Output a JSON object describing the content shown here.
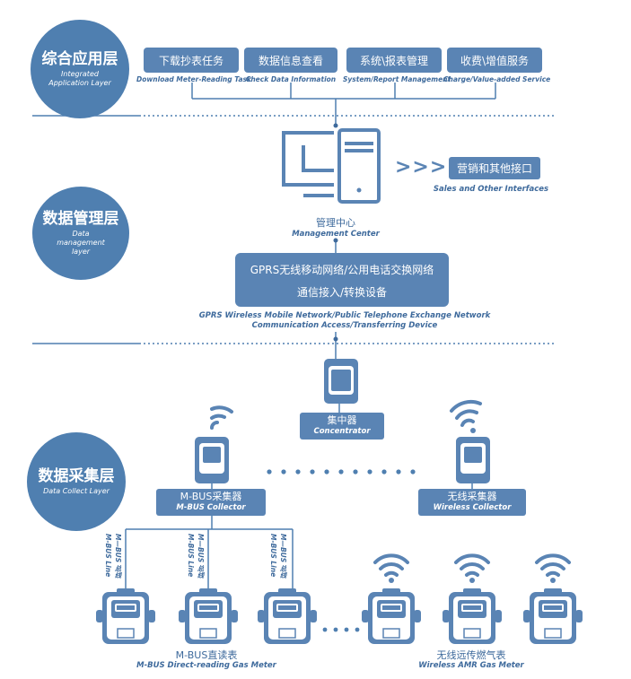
{
  "layers": {
    "app": {
      "zh": "综合应用层",
      "en": "Integrated Application Layer"
    },
    "mgmt": {
      "zh": "数据管理层",
      "en": "Data management layer"
    },
    "collect": {
      "zh": "数据采集层",
      "en": "Data Collect Layer"
    }
  },
  "app_boxes": [
    {
      "zh": "下载抄表任务",
      "en": "Download Meter-Reading Task"
    },
    {
      "zh": "数据信息查看",
      "en": "Check Data Information"
    },
    {
      "zh": "系统\\报表管理",
      "en": "System/Report Management"
    },
    {
      "zh": "收费\\增值服务",
      "en": "Charge/Value-added Service"
    }
  ],
  "management_center": {
    "zh": "管理中心",
    "en": "Management Center"
  },
  "sales": {
    "arrows": ">>>",
    "zh": "营销和其他接口",
    "en": "Sales and Other Interfaces"
  },
  "network": {
    "line1": "GPRS无线移动网络/公用电话交换网络",
    "line2": "通信接入/转换设备",
    "en1": "GPRS Wireless Mobile Network/Public Telephone Exchange Network",
    "en2": "Communication  Access/Transferring Device"
  },
  "concentrator": {
    "zh": "集中器",
    "en": "Concentrator"
  },
  "mbus_collector": {
    "zh": "M-BUS采集器",
    "en": "M-BUS Collector"
  },
  "wireless_collector": {
    "zh": "无线采集器",
    "en": "Wireless Collector"
  },
  "mbus_line": {
    "en": "M-BUS Line",
    "zh": "M—BUS 总线"
  },
  "mbus_meter": {
    "zh": "M-BUS直读表",
    "en": "M-BUS Direct-reading Gas Meter"
  },
  "wireless_meter": {
    "zh": "无线远传燃气表",
    "en": "Wireless AMR Gas Meter"
  },
  "colors": {
    "primary": "#5a84b4",
    "circle": "#4f7fb0",
    "line": "#3e6a9c"
  }
}
